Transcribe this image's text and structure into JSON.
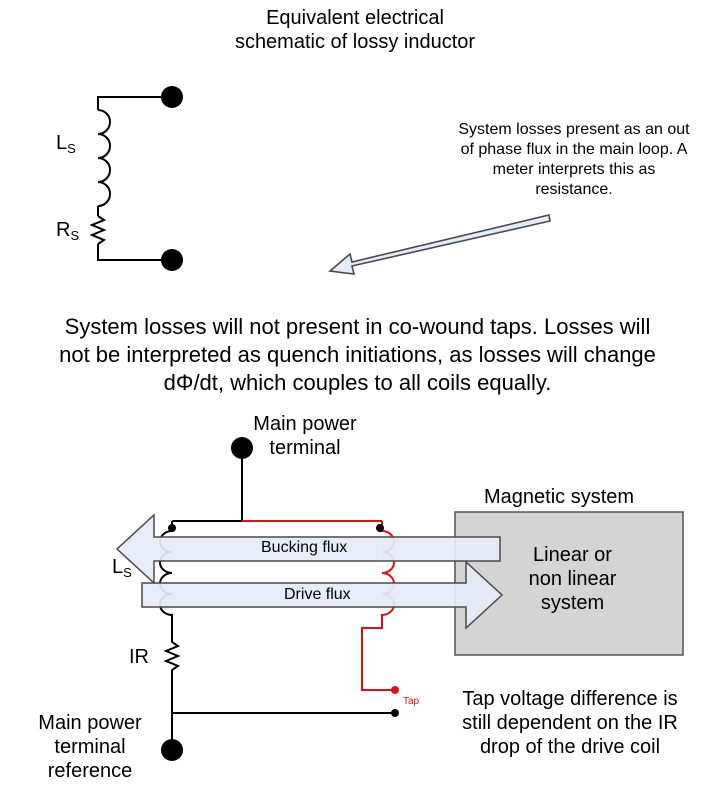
{
  "top_schematic": {
    "title_line1": "Equivalent electrical",
    "title_line2": "schematic of lossy inductor",
    "ls_letter": "L",
    "ls_sub": "S",
    "rs_letter": "R",
    "rs_sub": "S",
    "note_line1": "System losses present as an out",
    "note_line2": "of phase flux in the main loop.  A",
    "note_line3": "meter interprets this as",
    "note_line4": "resistance."
  },
  "statement": {
    "line1": "System losses will not present in co-wound taps.  Losses will",
    "line2": "not be interpreted as quench initiations, as losses will change",
    "line3": "dΦ/dt, which couples to all coils equally."
  },
  "bottom_schematic": {
    "main_power_line1": "Main power",
    "main_power_line2": "terminal",
    "magnetic_system_title": "Magnetic system",
    "system_line1": "Linear or",
    "system_line2": "non linear",
    "system_line3": "system",
    "bucking_flux": "Bucking flux",
    "drive_flux": "Drive flux",
    "ls_letter": "L",
    "ls_sub": "S",
    "ir_label": "IR",
    "tap_label": "Tap",
    "ref_line1": "Main power",
    "ref_line2": "terminal",
    "ref_line3": "reference",
    "tap_note_line1": "Tap voltage difference is",
    "tap_note_line2": "still dependent on the IR",
    "tap_note_line3": "drop of the drive coil",
    "colors": {
      "tap_wire": "#dd1111",
      "flux_fill": "#e4ecf7",
      "system_fill": "#d4d4d4"
    }
  }
}
